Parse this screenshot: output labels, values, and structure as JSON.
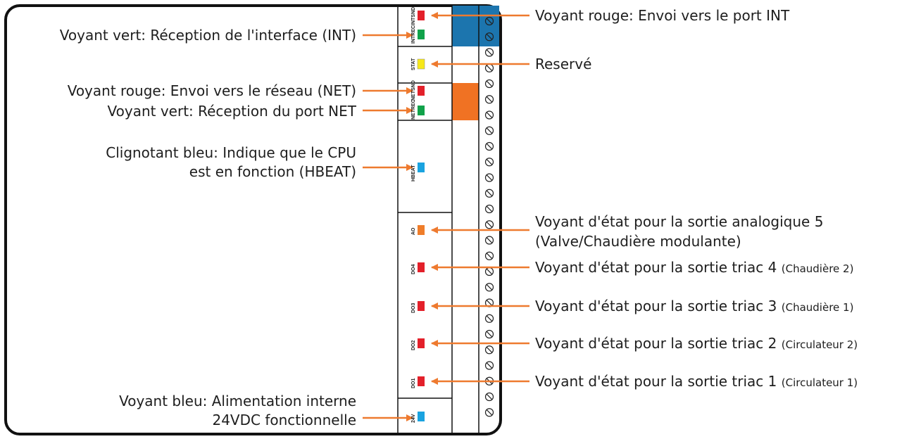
{
  "labels_left": {
    "int_rec": "Voyant vert: Réception de l'interface (INT)",
    "net_snd": "Voyant rouge: Envoi vers le réseau (NET)",
    "net_rec": "Voyant vert: Réception du port NET",
    "hbeat_line1": "Clignotant bleu: Indique que le CPU",
    "hbeat_line2": "est en fonction (HBEAT)",
    "power_line1": "Voyant bleu: Alimentation interne",
    "power_line2": "24VDC fonctionnelle"
  },
  "labels_right": {
    "int_snd": "Voyant rouge: Envoi vers le port INT",
    "stat": "Reservé",
    "ao_line1": "Voyant d'état pour la sortie analogique 5",
    "ao_line2": "(Valve/Chaudière modulante)",
    "do4_main": "Voyant d'état pour la sortie triac 4",
    "do4_note": "(Chaudière 2)",
    "do3_main": "Voyant d'état pour la sortie triac 3",
    "do3_note": "(Chaudière 1)",
    "do2_main": "Voyant d'état pour la sortie triac 2",
    "do2_note": "(Circulateur 2)",
    "do1_main": "Voyant d'état pour la sortie triac 1",
    "do1_note": "(Circulateur 1)"
  },
  "led_labels": {
    "intsnd": "INTSND",
    "intrec": "INTREC",
    "stat": "STAT",
    "netsnd": "NETSND",
    "netrec": "NETREC",
    "hbeat": "HBEAT",
    "ao": "AO",
    "do4": "DO4",
    "do3": "DO3",
    "do2": "DO2",
    "do1": "DO1",
    "v24": "24V"
  },
  "colors": {
    "arrow": "#ee7a2f",
    "led_red": "#e3202a",
    "led_green": "#10a24a",
    "led_yellow": "#f7e81a",
    "led_blue": "#1aa3e0",
    "led_orange": "#ef7d2a",
    "block_int": "#1c75ae",
    "block_net": "#f07223"
  }
}
